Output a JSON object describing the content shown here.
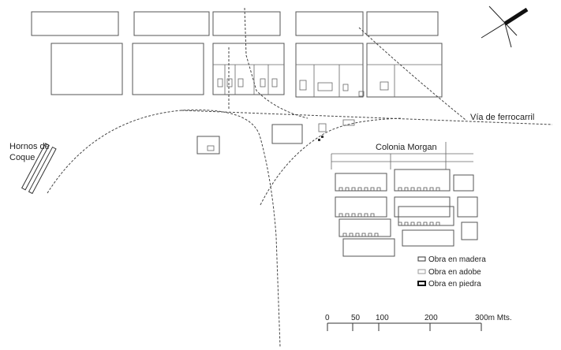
{
  "labels": {
    "railway": "Vía de ferrocarril",
    "coke_ovens_line1": "Hornos de",
    "coke_ovens_line2": "Coque",
    "colony": "Colonia Morgan"
  },
  "legend": {
    "items": [
      {
        "label": "Obra en madera",
        "fill": "#ffffff",
        "stroke": "#333333",
        "stroke_width": 1
      },
      {
        "label": "Obra en adobe",
        "fill": "#ffffff",
        "stroke": "#9a9a9a",
        "stroke_width": 1
      },
      {
        "label": "Obra en piedra",
        "fill": "#ffffff",
        "stroke": "#111111",
        "stroke_width": 2
      }
    ]
  },
  "scale_bar": {
    "ticks": [
      "0",
      "50",
      "100",
      "200",
      "300m Mts."
    ]
  },
  "north_arrow": {
    "icon": "north-arrow-icon"
  }
}
